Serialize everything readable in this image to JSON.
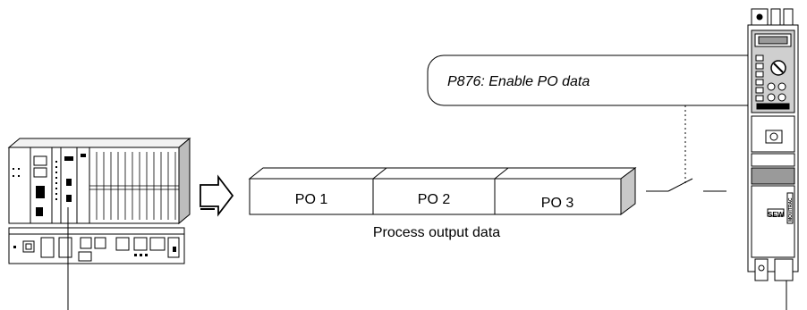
{
  "callout": {
    "text": "P876: Enable PO data"
  },
  "pdo": {
    "words": [
      {
        "label": "PO 1"
      },
      {
        "label": "PO 2"
      },
      {
        "label": "PO 3"
      }
    ],
    "caption": "Process output data"
  },
  "inverter": {
    "brand_text": "SEW",
    "model_text": "MOVITRAC"
  }
}
